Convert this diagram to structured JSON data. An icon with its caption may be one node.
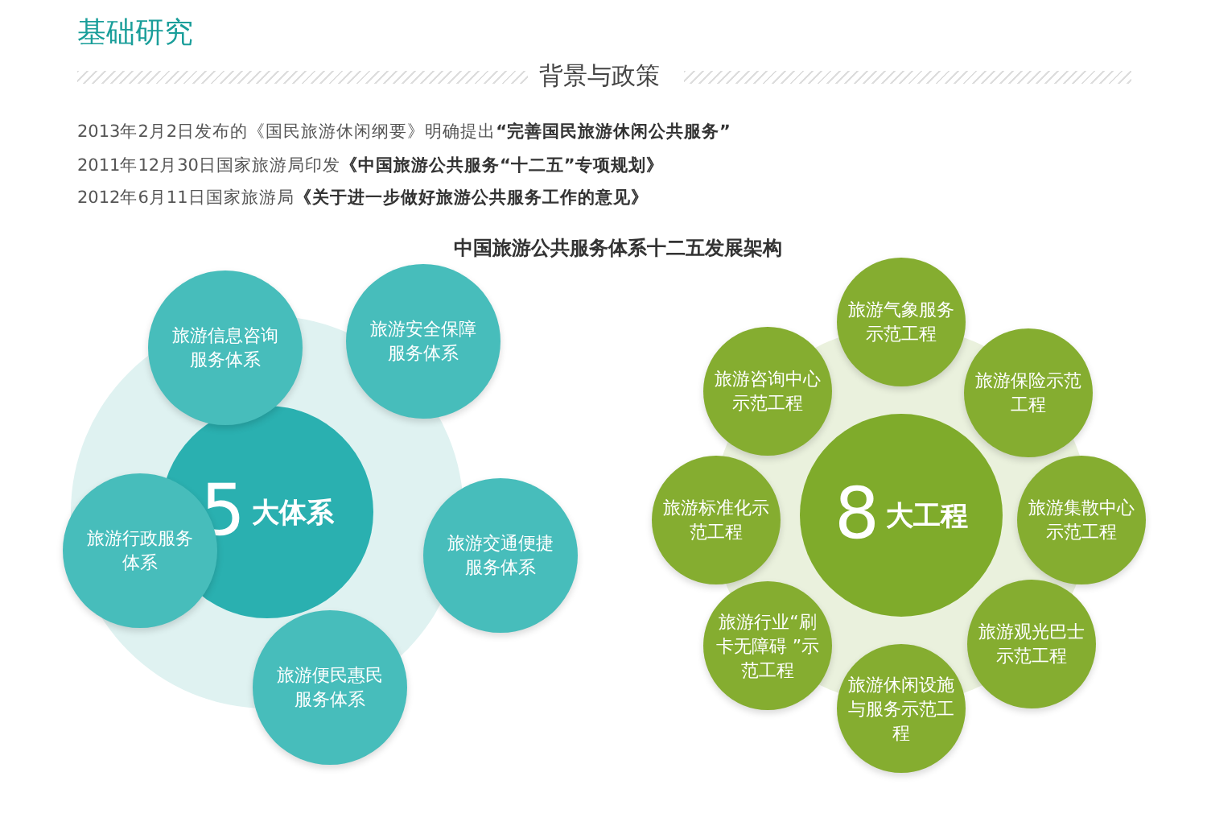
{
  "diagram": {
    "title": "基础研究",
    "nodes": [
      {
        "text": [
          "5",
          "大体系"
        ]
      },
      {
        "text": [
          "旅游信息咨询服务体系"
        ]
      },
      {
        "text": [
          "旅游安全保障服务体系"
        ]
      },
      {
        "text": [
          "旅游行政服务体系"
        ]
      },
      {
        "text": [
          "旅游交通便捷服务体系"
        ]
      },
      {
        "text": [
          "旅游便民惠民服务体系"
        ]
      },
      {
        "text": [
          "8",
          "大工程"
        ]
      },
      {
        "text": [
          "旅游气象服务示范工程"
        ]
      },
      {
        "text": [
          "旅游咨询中心示范工程"
        ]
      },
      {
        "text": [
          "旅游保险示范工程"
        ]
      },
      {
        "text": [
          "旅游标准化示范工程"
        ]
      },
      {
        "text": [
          "旅游集散中心示范工程"
        ]
      },
      {
        "text": [
          "旅游行业“刷卡无障碍 ”示范工程"
        ]
      },
      {
        "text": [
          "旅游观光巴士示范工程"
        ]
      },
      {
        "text": [
          "旅游休闲设施与服务示范工程"
        ]
      }
    ],
    "edges": [],
    "labels": [
      "背景与政策",
      "2013年2月2日发布的《国民旅游休闲纲要》明确提出**“完善国民旅游休闲公共服务”**",
      "2011年12月30日国家旅游局印发**《中国旅游公共服务“十二五”专项规划》**",
      "2012年6月11日国家旅游局**《关于进一步做好旅游公共服务工作的意见》**",
      "中国旅游公共服务体系十二五发展架构"
    ]
  }
}
